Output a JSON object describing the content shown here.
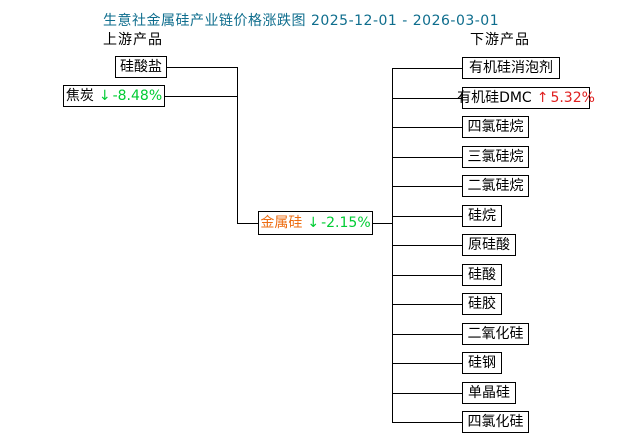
{
  "title": "生意社金属硅产业链价格涨跌图 2025-12-01 - 2026-03-01",
  "labels": {
    "upstream": "上游产品",
    "downstream": "下游产品"
  },
  "colors": {
    "title_teal": "#0e6d8d",
    "down_green": "#00cc33",
    "up_red": "#e02020",
    "center_product_orange": "#ed6d12",
    "line_black": "#000000"
  },
  "nodes": {
    "upstream": [
      {
        "label": "硅酸盐"
      },
      {
        "label": "焦炭",
        "arrow": "↓",
        "change": "-8.48%",
        "direction": "down"
      }
    ],
    "center": {
      "label": "金属硅",
      "arrow": "↓",
      "change": "-2.15%",
      "direction": "down"
    },
    "downstream": [
      {
        "label": "有机硅消泡剂"
      },
      {
        "label": "有机硅DMC",
        "arrow": "↑",
        "change": "5.32%",
        "direction": "up"
      },
      {
        "label": "四氯硅烷"
      },
      {
        "label": "三氯硅烷"
      },
      {
        "label": "二氯硅烷"
      },
      {
        "label": "硅烷"
      },
      {
        "label": "原硅酸"
      },
      {
        "label": "硅酸"
      },
      {
        "label": "硅胶"
      },
      {
        "label": "二氧化硅"
      },
      {
        "label": "硅钢"
      },
      {
        "label": "单晶硅"
      },
      {
        "label": "四氯化硅"
      }
    ]
  }
}
